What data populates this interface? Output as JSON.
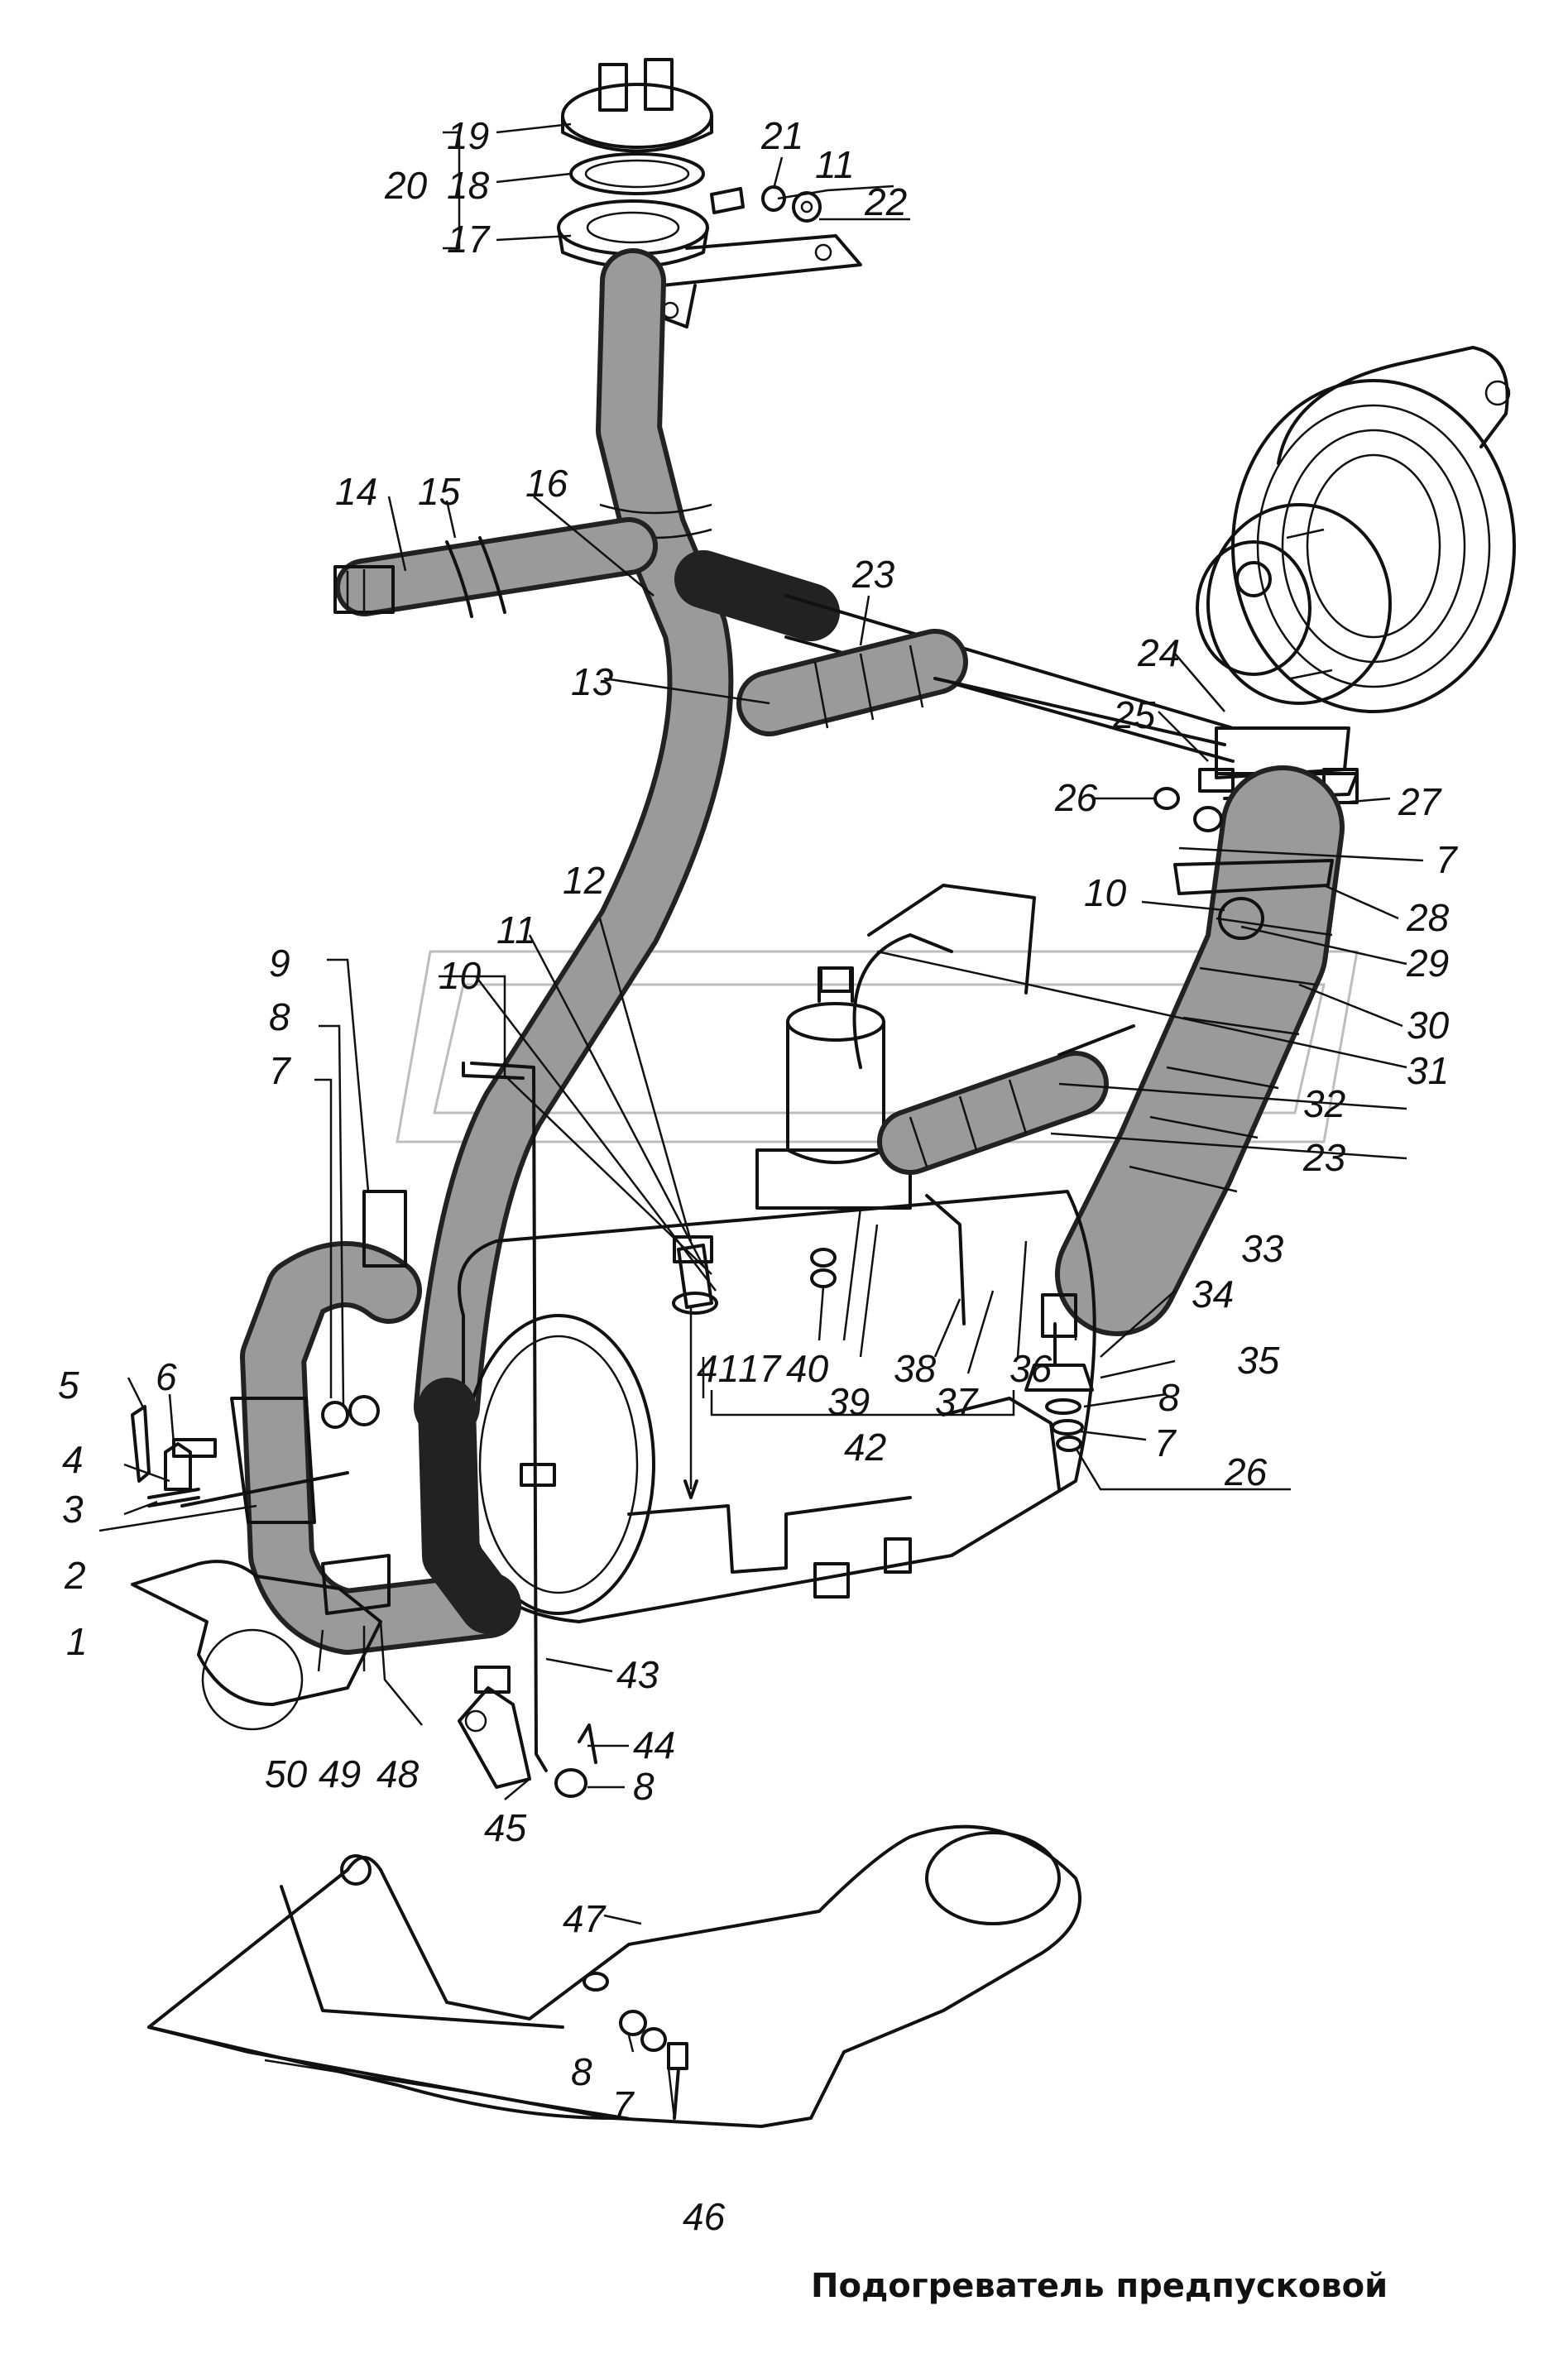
{
  "caption": "Подогреватель предпусковой",
  "callouts": [
    "1",
    "2",
    "3",
    "4",
    "5",
    "6",
    "7",
    "8",
    "9",
    "10",
    "11",
    "12",
    "13",
    "14",
    "15",
    "16",
    "17",
    "18",
    "19",
    "20",
    "21",
    "22",
    "23",
    "24",
    "25",
    "26",
    "27",
    "28",
    "29",
    "30",
    "31",
    "32",
    "33",
    "34",
    "35",
    "36",
    "37",
    "38",
    "39",
    "40",
    "41",
    "42",
    "43",
    "44",
    "45",
    "46",
    "47",
    "48",
    "49",
    "50"
  ],
  "colors": {
    "ink": "#111111",
    "paper": "#ffffff"
  }
}
